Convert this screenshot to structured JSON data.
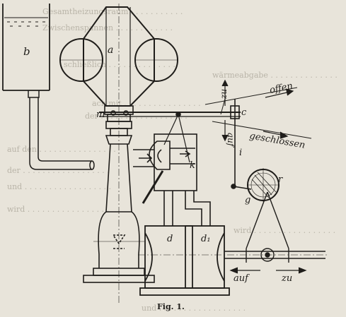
{
  "figure": {
    "caption": "Fig. 1.",
    "labels": {
      "a": "a",
      "b": "b",
      "m": "m",
      "c": "c",
      "i": "i",
      "k": "k",
      "r": "r",
      "g": "g",
      "d": "d",
      "d1": "d₁",
      "zu_top": "zu",
      "auf_side": "auf",
      "offen": "offen",
      "geschlossen": "geschlossen",
      "auf_bottom": "auf",
      "zu_bottom": "zu"
    },
    "bleed_through_text": [
      "Gesamtheizungsraum . . . . . . . . . . .",
      "Zwischenspannen . . . . . . . . . . . .",
      "schließlich . . . . . . . . . . . . . .",
      "wärmeabgabe . . . . . . . . . . . . . .",
      "ach mit . . . . . . . . . . . . . . . .",
      "der . . . . . . . . . . . . . . . . . .",
      "auf den . . . . . . . . . . . . . . . .",
      "der . . . . . . . . . . . . . . . . . .",
      "und . . . . . . . . . . . . . . . . . .",
      "wird . . . . . . . . . . . . . . . . .",
      "wird . . . . . . . . . . . . . . . . .",
      "und . . . . . . . . . . . . . . . . . ."
    ]
  },
  "colors": {
    "paper": "#e8e4da",
    "ink": "#1f1d1a",
    "bleed": "#b9b4a8"
  }
}
